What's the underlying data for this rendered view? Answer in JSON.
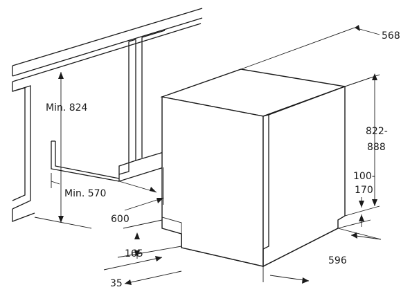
{
  "dimensions": {
    "depth_top": "568",
    "height_range_line1": "822-",
    "height_range_line2": "888",
    "plinth_range_line1": "100-",
    "plinth_range_line2": "170",
    "width": "596",
    "niche_min_height": "Min. 824",
    "niche_min_depth": "Min. 570",
    "niche_width": "600",
    "plinth_height": "165",
    "plinth_depth": "35"
  }
}
